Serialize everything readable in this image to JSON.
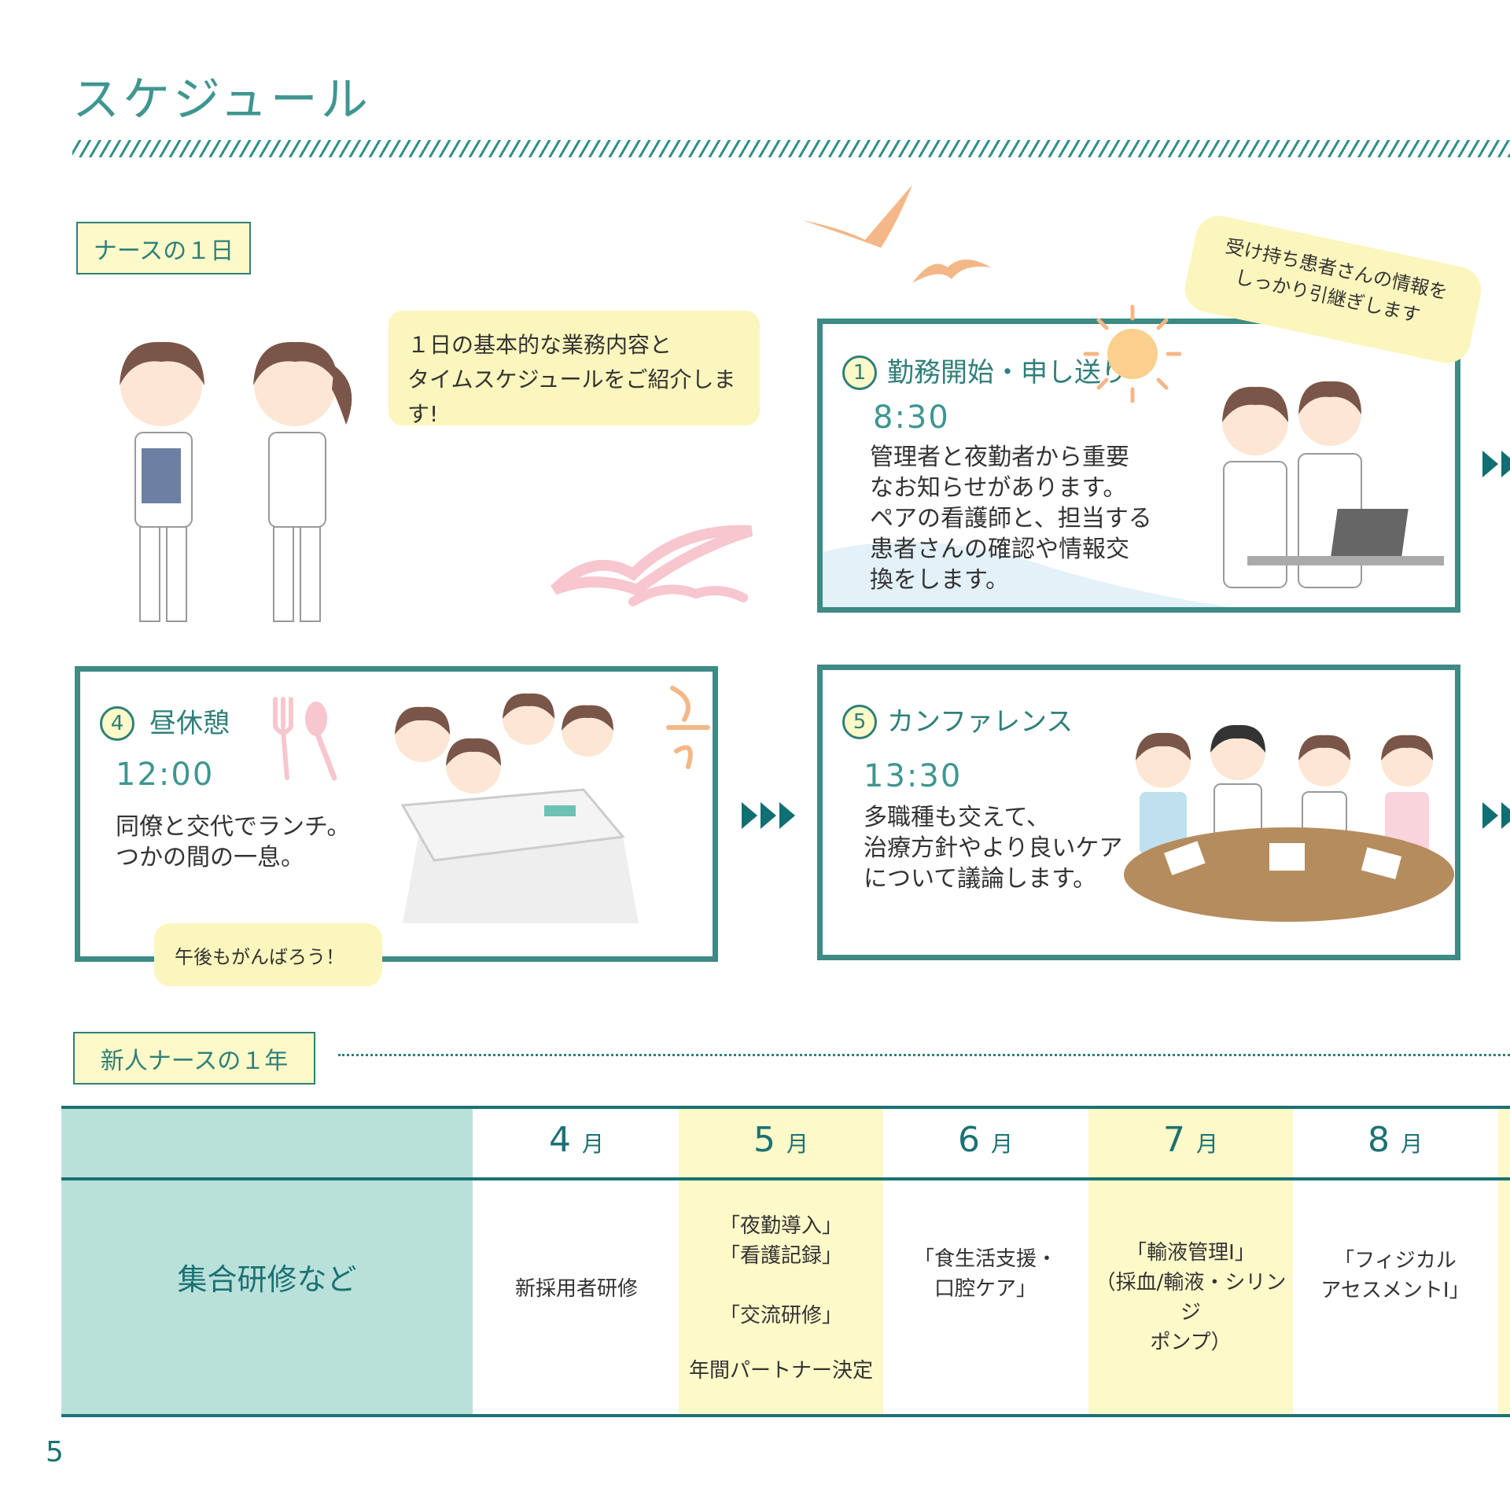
{
  "page": {
    "title": "スケジュール",
    "page_number": "5"
  },
  "day_section": {
    "tag": "ナースの１日",
    "intro_lines": [
      "１日の基本的な業務内容と",
      "タイムスケジュールをご紹介します!"
    ],
    "handover_bubble_lines": [
      "受け持ち患者さんの情報を",
      "しっかり引継ぎします"
    ],
    "lunch_bubble": "午後もがんばろう！",
    "steps": [
      {
        "num": "1",
        "title": "勤務開始・申し送り",
        "time": "8:30",
        "lines": [
          "管理者と夜勤者から重要",
          "なお知らせがあります。",
          "ペアの看護師と、担当する",
          "患者さんの確認や情報交",
          "換をします。"
        ]
      },
      {
        "num": "4",
        "title": "昼休憩",
        "time": "12:00",
        "lines": [
          "同僚と交代でランチ。",
          "つかの間の一息。"
        ]
      },
      {
        "num": "5",
        "title": "カンファレンス",
        "time": "13:30",
        "lines": [
          "多職種も交えて、",
          "治療方針やより良いケア",
          "について議論します。"
        ]
      }
    ]
  },
  "year_section": {
    "tag": "新人ナースの１年",
    "row_label": "集合研修など",
    "month_suffix": "月",
    "months": [
      {
        "num": "4",
        "items": [
          "新採用者研修"
        ]
      },
      {
        "num": "5",
        "items": [
          "「夜勤導入」",
          "「看護記録」",
          "「交流研修」",
          "年間パートナー決定"
        ]
      },
      {
        "num": "6",
        "items": [
          "「食生活支援・",
          "口腔ケア」"
        ]
      },
      {
        "num": "7",
        "items": [
          "「輸液管理Ⅰ」",
          "（採血/輸液・シリンジ",
          "ポンプ）"
        ]
      },
      {
        "num": "8",
        "items": [
          "「フィジカル",
          "アセスメントⅠ」"
        ]
      }
    ]
  },
  "colors": {
    "teal": "#2f7f79",
    "dark_teal": "#1c7174",
    "highlight": "#fdf9c9",
    "row_header": "#b9e1da"
  }
}
